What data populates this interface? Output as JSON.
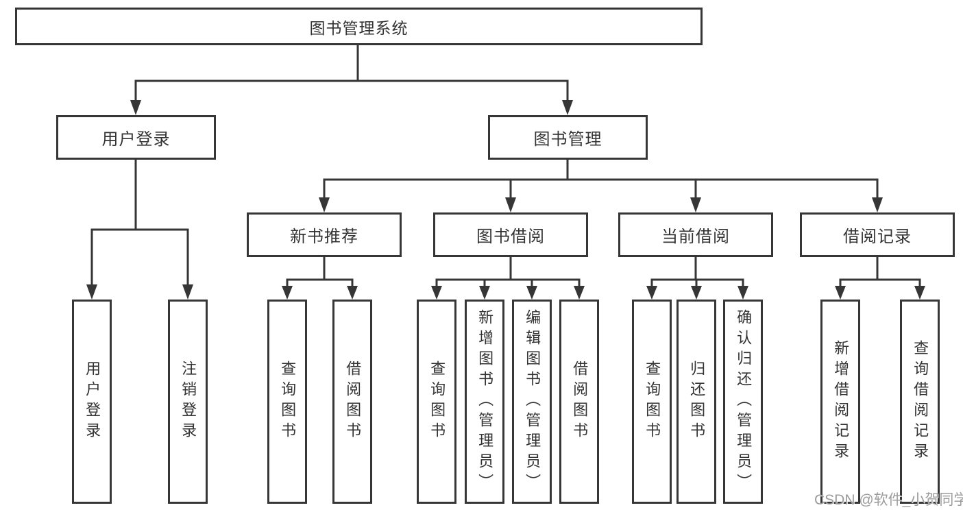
{
  "colors": {
    "line": "#363636",
    "text": "#333333",
    "watermark": "#9c9c9c",
    "background": "#ffffff"
  },
  "watermark": {
    "text": "CSDN @软件_小贺同学"
  },
  "tree": {
    "root": "图书管理系统",
    "branches": [
      {
        "label": "用户登录",
        "children": [
          "用户登录",
          "注销登录"
        ]
      },
      {
        "label": "图书管理",
        "children": [
          {
            "label": "新书推荐",
            "children": [
              "查询图书",
              "借阅图书"
            ]
          },
          {
            "label": "图书借阅",
            "children": [
              "查询图书",
              "新增图书（管理员）",
              "编辑图书（管理员）",
              "借阅图书"
            ]
          },
          {
            "label": "当前借阅",
            "children": [
              "查询图书",
              "归还图书",
              "确认归还（管理员）"
            ]
          },
          {
            "label": "借阅记录",
            "children": [
              "新增借阅记录",
              "查询借阅记录"
            ]
          }
        ]
      }
    ]
  }
}
